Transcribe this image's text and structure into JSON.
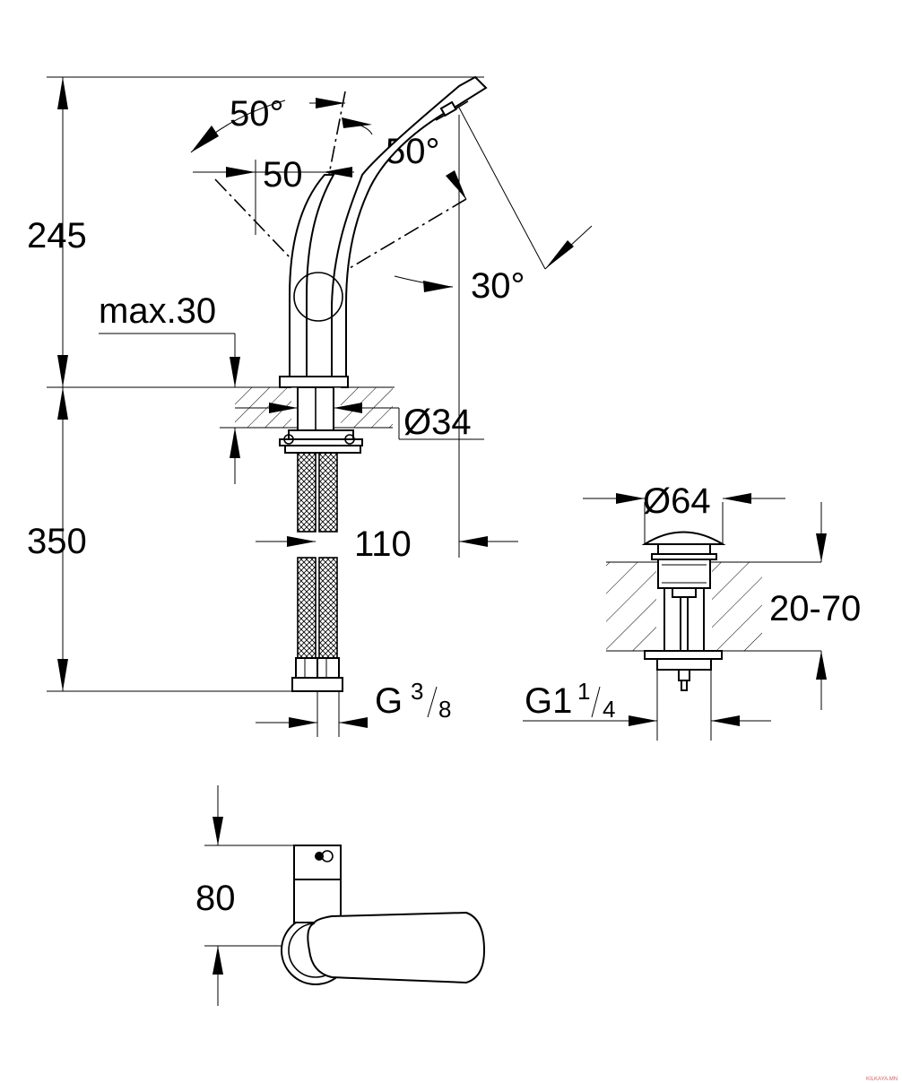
{
  "labels": {
    "angle_left": "50°",
    "angle_right": "50°",
    "lever_offset": "50",
    "height_above_counter": "245",
    "max_counter": "max.30",
    "hole_diameter": "Ø34",
    "length_below_counter": "350",
    "spout_projection": "110",
    "spout_angle": "30°",
    "hose_thread_g": "G",
    "hose_thread_num": "3",
    "hose_thread_den": "8",
    "waste_diameter": "Ø64",
    "waste_range": "20-70",
    "waste_thread_g": "G1",
    "waste_thread_num": "1",
    "waste_thread_den": "4",
    "lever_height": "80",
    "watermark": "KILKAYA.MN"
  }
}
